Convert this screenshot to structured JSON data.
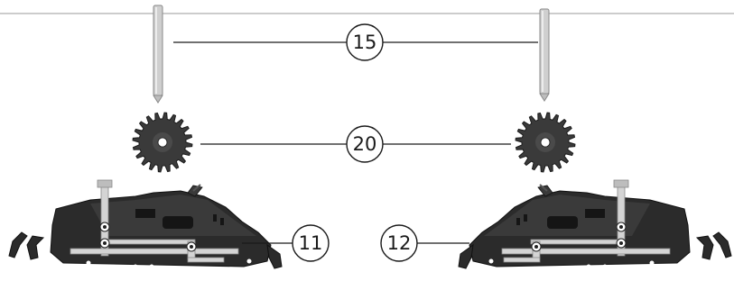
{
  "callouts": {
    "axle": "15",
    "gear": "20",
    "bogie_left": "11",
    "bogie_right": "12"
  },
  "icons": [
    "axle-pin-icon",
    "spur-gear-icon",
    "bogie-frame-icon"
  ],
  "colors": {
    "line": "#1a1a1a",
    "part_dark": "#2b2b2b",
    "metal": "#d4d4d4",
    "background": "#ffffff"
  }
}
